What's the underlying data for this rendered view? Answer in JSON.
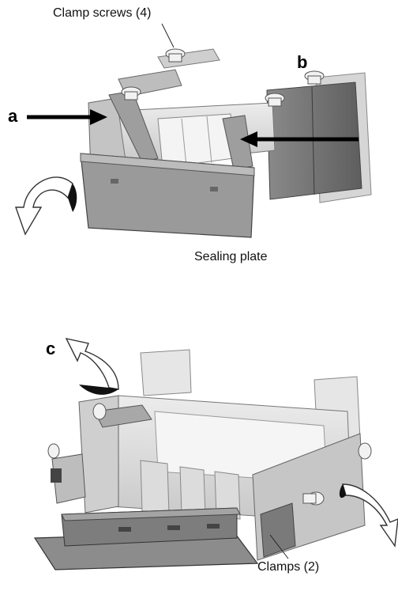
{
  "labels": {
    "clamp_screws": "Clamp screws (4)",
    "sealing_plate": "Sealing plate",
    "clamps": "Clamps (2)"
  },
  "callouts": {
    "a": "a",
    "b": "b",
    "c": "c"
  },
  "colors": {
    "body_light": "#d8d8d8",
    "body_mid": "#b9b9b9",
    "body_dark": "#6e6e6e",
    "plate": "#8f8f8f",
    "arrow": "#000000"
  }
}
